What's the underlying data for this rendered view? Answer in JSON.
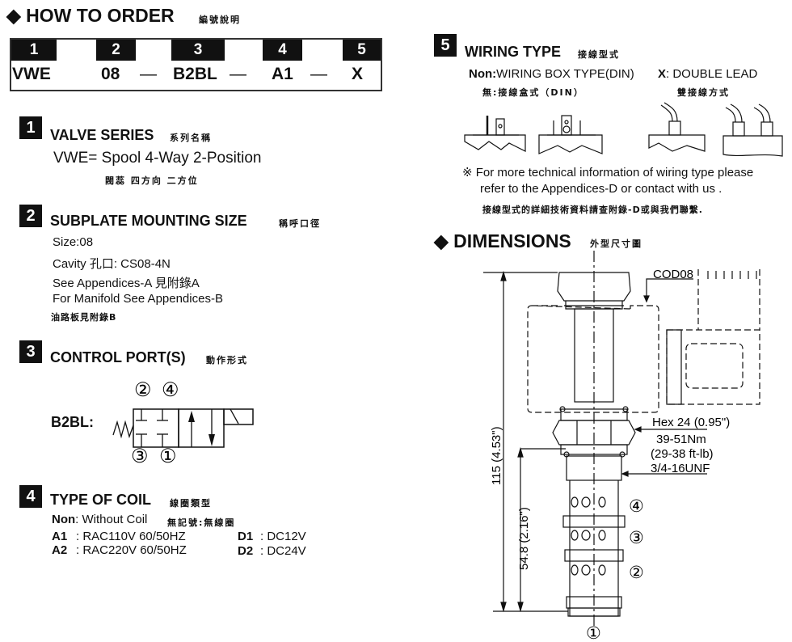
{
  "how_to_order": {
    "title": "HOW TO  ORDER",
    "title_zh": "編號說明",
    "columns": [
      "1",
      "2",
      "3",
      "4",
      "5"
    ],
    "values": [
      "VWE",
      "08",
      "B2BL",
      "A1",
      "X"
    ],
    "separator": "—"
  },
  "valve_series": {
    "num": "1",
    "title": "VALVE SERIES",
    "title_zh": "系列名稱",
    "line": "VWE= Spool 4-Way 2-Position",
    "line_zh": "閥蕊 四方向 二方位"
  },
  "subplate": {
    "num": "2",
    "title": "SUBPLATE MOUNTING SIZE",
    "title_zh": "稱呼口徑",
    "lines": [
      "Size:08",
      "Cavity 孔口: CS08-4N",
      "See Appendices-A 見附錄A",
      "For Manifold See Appendices-B",
      "油路板見附錄B"
    ]
  },
  "control_port": {
    "num": "3",
    "title": "CONTROL PORT(S)",
    "title_zh": "動作形式",
    "code": "B2BL:",
    "ports_top": [
      "②",
      "④"
    ],
    "ports_bottom": [
      "③",
      "①"
    ]
  },
  "coil": {
    "num": "4",
    "title": "TYPE OF COIL",
    "title_zh": "線圈類型",
    "non_code": "Non",
    "non_text": ": Without Coil",
    "non_zh": "無記號:無線圈",
    "items": [
      {
        "code": "A1",
        "text": ": RAC110V  60/50HZ"
      },
      {
        "code": "A2",
        "text": ": RAC220V  60/50HZ"
      },
      {
        "code": "D1",
        "text": ": DC12V"
      },
      {
        "code": "D2",
        "text": ": DC24V"
      }
    ]
  },
  "wiring": {
    "num": "5",
    "title": "WIRING TYPE",
    "title_zh": "接線型式",
    "non_code": "Non:",
    "non_text": "WIRING BOX TYPE(DIN)",
    "non_zh": "無:接線盒式（DIN）",
    "x_code": "X",
    "x_text": ": DOUBLE LEAD",
    "x_zh": "雙接線方式",
    "note1": "※ For more technical information of wiring type  please",
    "note2": "refer to the Appendices-D or contact with us .",
    "note_zh": "接線型式的詳細技術資料請查附錄-D或與我們聯繫."
  },
  "dimensions": {
    "title": "DIMENSIONS",
    "title_zh": "外型尺寸圖",
    "coil_label": "COD08",
    "hex": "Hex 24 (0.95\")",
    "torque_nm": "39-51Nm",
    "torque_ftlb": "(29-38 ft-lb)",
    "thread": "3/4-16UNF",
    "overall": "115 (4.53\")",
    "cartridge": "54.8 (2.16\")",
    "ports": [
      "④",
      "③",
      "②",
      "①"
    ]
  }
}
